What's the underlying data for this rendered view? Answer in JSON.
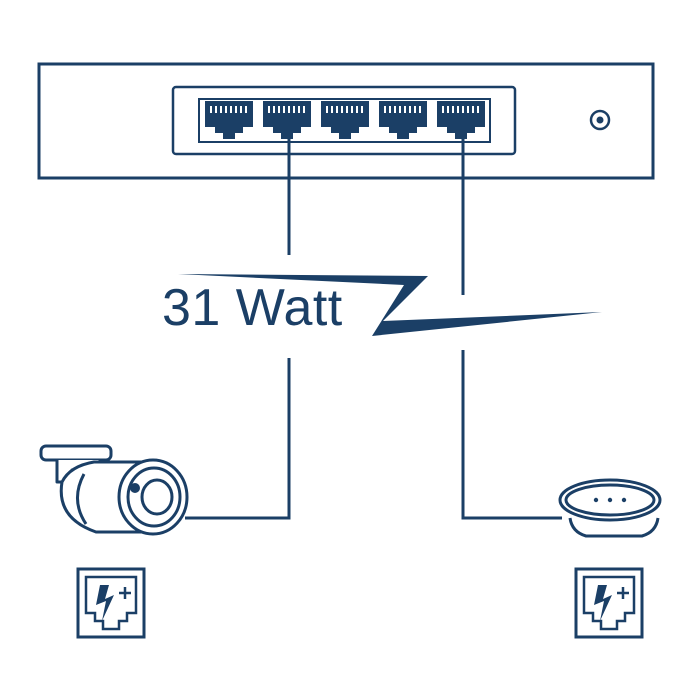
{
  "diagram": {
    "power_label": "31 Watt",
    "colors": {
      "ink": "#1b3f66",
      "background": "#ffffff"
    },
    "switch": {
      "port_count": 5,
      "connected_ports": [
        2,
        5
      ]
    },
    "devices": [
      {
        "kind": "bullet-camera",
        "connected_port": 2,
        "badge_icon": "poe-plus-icon"
      },
      {
        "kind": "ceiling-access-point",
        "connected_port": 5,
        "badge_icon": "poe-plus-icon"
      }
    ]
  }
}
